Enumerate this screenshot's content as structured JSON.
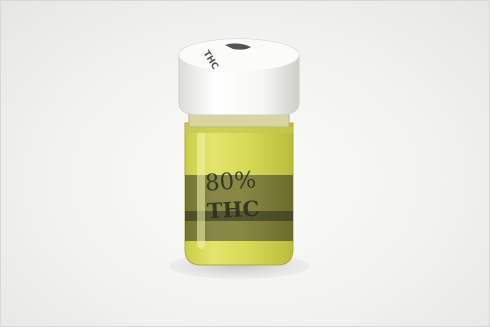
{
  "image": {
    "subject": "glass-vial-with-yellow-oil",
    "colors": {
      "background": "#f4f4f2",
      "cap": "#f8f8f6",
      "oil": "#d9dd5a",
      "label_band": "#3a3a2a"
    }
  },
  "vial": {
    "label_line1": "80%",
    "label_line2": "THC"
  },
  "cap": {
    "marking": "THC"
  }
}
